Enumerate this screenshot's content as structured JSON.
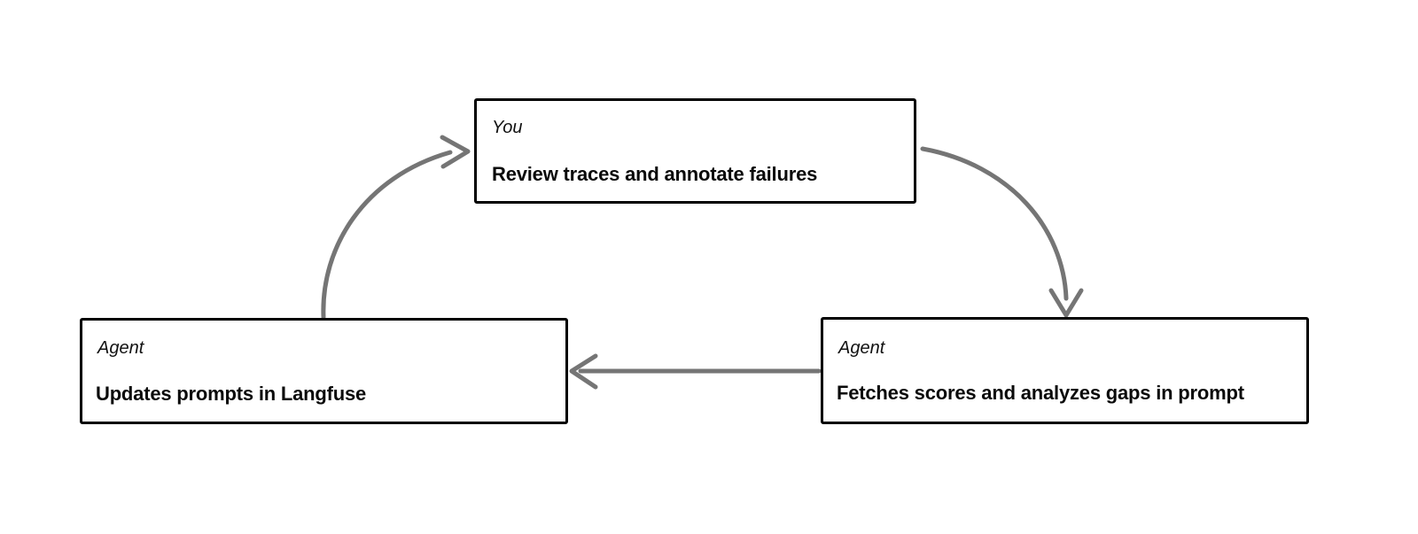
{
  "diagram": {
    "type": "cycle-flow",
    "background_color": "#ffffff",
    "node_border_color": "#000000",
    "arrow_color": "#757575",
    "nodes": [
      {
        "id": "review",
        "role": "You",
        "title": "Review traces and annotate failures"
      },
      {
        "id": "fetches",
        "role": "Agent",
        "title": "Fetches scores and analyzes gaps in prompt"
      },
      {
        "id": "updates",
        "role": "Agent",
        "title": "Updates prompts in Langfuse"
      }
    ],
    "edges": [
      {
        "id": "review-to-fetches",
        "from": "review",
        "to": "fetches",
        "style": "curved",
        "direction": "clockwise"
      },
      {
        "id": "fetches-to-updates",
        "from": "fetches",
        "to": "updates",
        "style": "straight",
        "direction": "leftward"
      },
      {
        "id": "updates-to-review",
        "from": "updates",
        "to": "review",
        "style": "curved",
        "direction": "clockwise"
      }
    ]
  }
}
